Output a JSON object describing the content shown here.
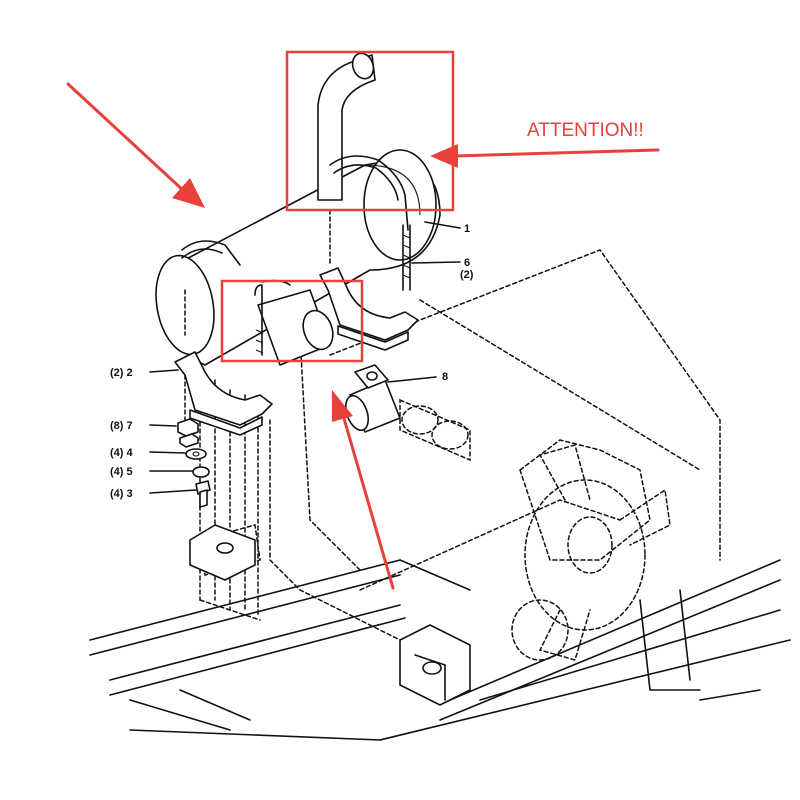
{
  "annotation": {
    "text": "ATTENTION!!",
    "color": "#e8403a"
  },
  "callouts": {
    "c1": "1",
    "c6": "6",
    "c6q": "(2)",
    "c8": "8",
    "c2": "(2) 2",
    "c7": "(8) 7",
    "c4": "(4) 4",
    "c5": "(4) 5",
    "c3": "(4) 3"
  },
  "colors": {
    "line": "#111111",
    "highlight": "#e8403a"
  }
}
